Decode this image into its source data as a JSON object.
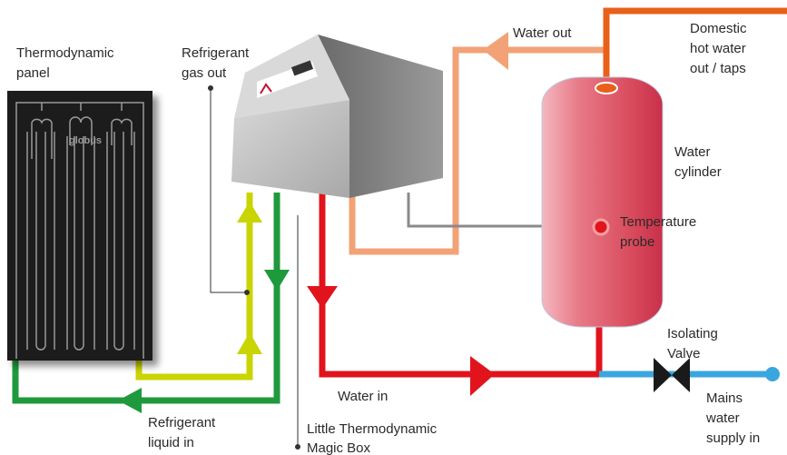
{
  "labels": {
    "panel": [
      "Thermodynamic",
      "panel"
    ],
    "gas_out": [
      "Refrigerant",
      "gas out"
    ],
    "water_out": "Water out",
    "domestic": [
      "Domestic",
      "hot water",
      "out / taps"
    ],
    "cylinder": [
      "Water",
      "cylinder"
    ],
    "probe": [
      "Temperature",
      "probe"
    ],
    "valve": [
      "Isolating",
      "Valve"
    ],
    "water_in": "Water in",
    "mains": [
      "Mains",
      "water",
      "supply in"
    ],
    "liquid_in": [
      "Refrigerant",
      "liquid in"
    ],
    "box": [
      "Little Thermodynamic",
      "Magic Box"
    ],
    "panel_brand": "globus"
  },
  "colors": {
    "refrigerant_liquid": "#1e9a3c",
    "refrigerant_gas": "#c9d400",
    "water_in": "#e1141e",
    "water_out": "#f2a276",
    "hot_water": "#e8601a",
    "mains": "#3aa6df",
    "probe": "#8a8a8a"
  }
}
